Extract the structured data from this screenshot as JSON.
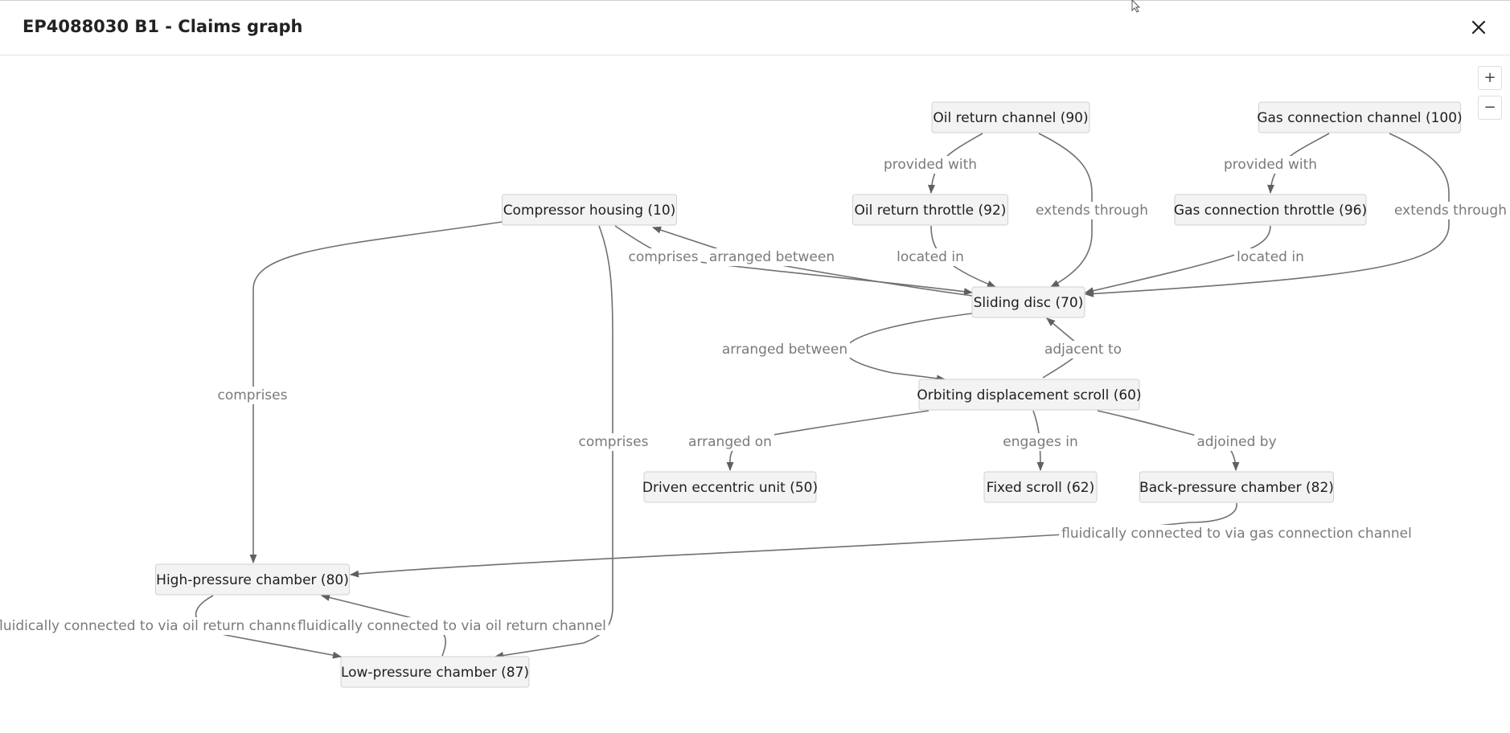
{
  "header": {
    "title": "EP4088030 B1 - Claims graph",
    "close_icon": "close-icon"
  },
  "controls": {
    "zoom_in": "+",
    "zoom_out": "−"
  },
  "graph": {
    "nodes": [
      {
        "id": "n90",
        "label": "Oil return channel (90)"
      },
      {
        "id": "n100",
        "label": "Gas connection channel (100)"
      },
      {
        "id": "n10",
        "label": "Compressor housing (10)"
      },
      {
        "id": "n92",
        "label": "Oil return throttle (92)"
      },
      {
        "id": "n96",
        "label": "Gas connection throttle (96)"
      },
      {
        "id": "n70",
        "label": "Sliding disc (70)"
      },
      {
        "id": "n60",
        "label": "Orbiting displacement scroll (60)"
      },
      {
        "id": "n50",
        "label": "Driven eccentric unit (50)"
      },
      {
        "id": "n62",
        "label": "Fixed scroll (62)"
      },
      {
        "id": "n82",
        "label": "Back-pressure chamber (82)"
      },
      {
        "id": "n80",
        "label": "High-pressure chamber (80)"
      },
      {
        "id": "n87",
        "label": "Low-pressure chamber (87)"
      }
    ],
    "edges": [
      {
        "from": "n90",
        "to": "n92",
        "label": "provided with"
      },
      {
        "from": "n90",
        "to": "n70",
        "label": "extends through"
      },
      {
        "from": "n100",
        "to": "n96",
        "label": "provided with"
      },
      {
        "from": "n100",
        "to": "n70",
        "label": "extends through"
      },
      {
        "from": "n92",
        "to": "n70",
        "label": "located in"
      },
      {
        "from": "n96",
        "to": "n70",
        "label": "located in"
      },
      {
        "from": "n10",
        "to": "n70",
        "label": "comprises"
      },
      {
        "from": "n70",
        "to": "n10",
        "label": "arranged between"
      },
      {
        "from": "n10",
        "to": "n80",
        "label": "comprises"
      },
      {
        "from": "n10",
        "to": "n87",
        "label": "comprises"
      },
      {
        "from": "n70",
        "to": "n60",
        "label": "arranged between"
      },
      {
        "from": "n60",
        "to": "n70",
        "label": "adjacent to"
      },
      {
        "from": "n60",
        "to": "n50",
        "label": "arranged on"
      },
      {
        "from": "n60",
        "to": "n62",
        "label": "engages in"
      },
      {
        "from": "n60",
        "to": "n82",
        "label": "adjoined by"
      },
      {
        "from": "n82",
        "to": "n80",
        "label": "fluidically connected to via gas connection channel"
      },
      {
        "from": "n80",
        "to": "n87",
        "label": "fluidically connected to via oil return channel"
      },
      {
        "from": "n87",
        "to": "n80",
        "label": "fluidically connected to via oil return channel"
      }
    ]
  }
}
